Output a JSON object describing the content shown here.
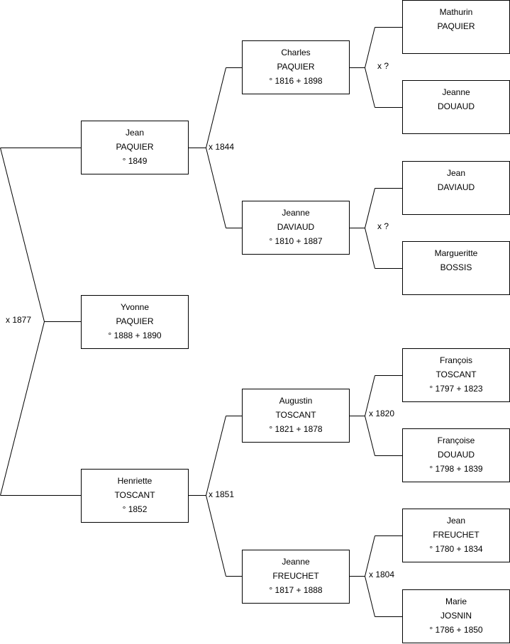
{
  "persons": {
    "yvonne": {
      "first": "Yvonne",
      "last": "PAQUIER",
      "dates": "° 1888 + 1890"
    },
    "jean_p": {
      "first": "Jean",
      "last": "PAQUIER",
      "dates": "° 1849"
    },
    "henriette": {
      "first": "Henriette",
      "last": "TOSCANT",
      "dates": "° 1852"
    },
    "charles": {
      "first": "Charles",
      "last": "PAQUIER",
      "dates": "° 1816 + 1898"
    },
    "jeanne_d": {
      "first": "Jeanne",
      "last": "DAVIAUD",
      "dates": "° 1810 + 1887"
    },
    "augustin": {
      "first": "Augustin",
      "last": "TOSCANT",
      "dates": "° 1821 + 1878"
    },
    "jeanne_f": {
      "first": "Jeanne",
      "last": "FREUCHET",
      "dates": "° 1817 + 1888"
    },
    "mathurin": {
      "first": "Mathurin",
      "last": "PAQUIER",
      "dates": ""
    },
    "jeanne_do": {
      "first": "Jeanne",
      "last": "DOUAUD",
      "dates": ""
    },
    "jean_dv": {
      "first": "Jean",
      "last": "DAVIAUD",
      "dates": ""
    },
    "margueritte": {
      "first": "Margueritte",
      "last": "BOSSIS",
      "dates": ""
    },
    "francois": {
      "first": "François",
      "last": "TOSCANT",
      "dates": "° 1797 + 1823"
    },
    "francoise": {
      "first": "Françoise",
      "last": "DOUAUD",
      "dates": "° 1798 + 1839"
    },
    "jean_f": {
      "first": "Jean",
      "last": "FREUCHET",
      "dates": "° 1780 + 1834"
    },
    "marie": {
      "first": "Marie",
      "last": "JOSNIN",
      "dates": "° 1786 + 1850"
    }
  },
  "marriages": {
    "m_root": "x 1877",
    "m_paquier": "x 1844",
    "m_toscant": "x 1851",
    "m_charles": "x ?",
    "m_jeanned": "x ?",
    "m_augustin": "x 1820",
    "m_jeannef": "x 1804"
  }
}
